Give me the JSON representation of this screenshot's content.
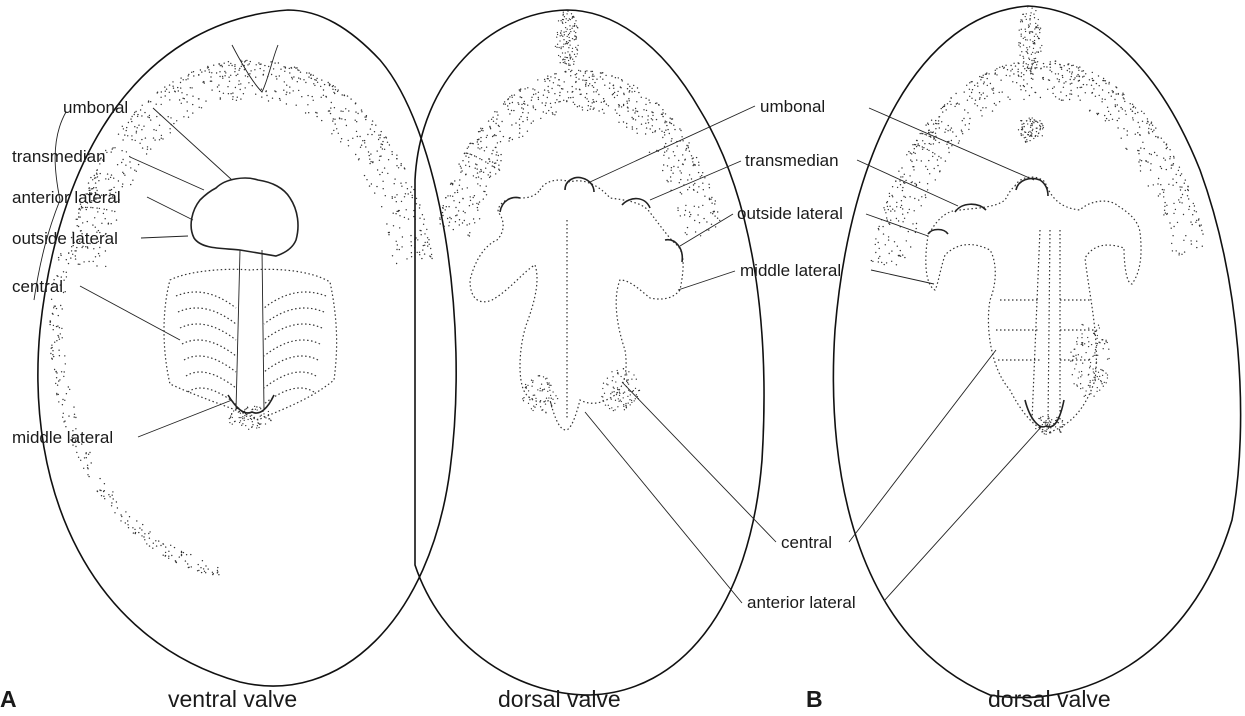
{
  "panels": [
    {
      "letter": "A",
      "valves": [
        {
          "caption": "ventral valve",
          "labels": [
            "umbonal",
            "transmedian",
            "anterior lateral",
            "outside lateral",
            "central",
            "middle lateral"
          ]
        },
        {
          "caption": "dorsal valve",
          "labels": [
            "umbonal",
            "transmedian",
            "outside lateral",
            "middle lateral",
            "central",
            "anterior lateral"
          ]
        }
      ]
    },
    {
      "letter": "B",
      "valves": [
        {
          "caption": "dorsal valve",
          "labels": []
        }
      ]
    }
  ]
}
